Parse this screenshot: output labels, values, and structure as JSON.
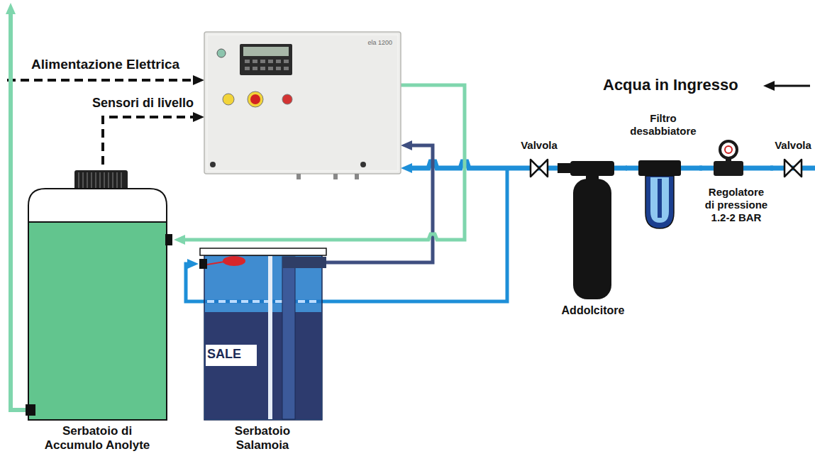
{
  "diagram": {
    "nodes": [
      {
        "text": [
          "ela 1200"
        ]
      },
      {
        "text": [
          "Valvola"
        ]
      },
      {
        "text": [
          "Filtro desabbiatore"
        ]
      },
      {
        "text": [
          "Valvola"
        ]
      },
      {
        "text": [
          "Regolatore di pressione 1.2-2 BAR"
        ]
      },
      {
        "text": [
          "Serbatoio di Accumulo Anolyte"
        ]
      },
      {
        "text": [
          "SALE",
          "Serbatoio Salamoia"
        ]
      },
      {
        "text": [
          "Addolcitore"
        ]
      }
    ],
    "edges": [
      {
        "from": 3,
        "to": 4,
        "arrow": "none"
      },
      {
        "from": 4,
        "to": 2,
        "arrow": "none"
      },
      {
        "from": 2,
        "to": 7,
        "arrow": "none"
      },
      {
        "from": 7,
        "to": 1,
        "arrow": "none"
      },
      {
        "from": 1,
        "to": 0,
        "arrow": "to"
      },
      {
        "from": 1,
        "to": 6,
        "arrow": "to"
      },
      {
        "from": 6,
        "to": 0,
        "arrow": "to"
      },
      {
        "from": 0,
        "to": 5,
        "arrow": "to"
      },
      {
        "from": 5,
        "to": 0,
        "label": "Sensori di livello",
        "arrow": "to"
      }
    ],
    "labels": [
      "Alimentazione Elettrica",
      "Acqua in Ingresso"
    ]
  }
}
